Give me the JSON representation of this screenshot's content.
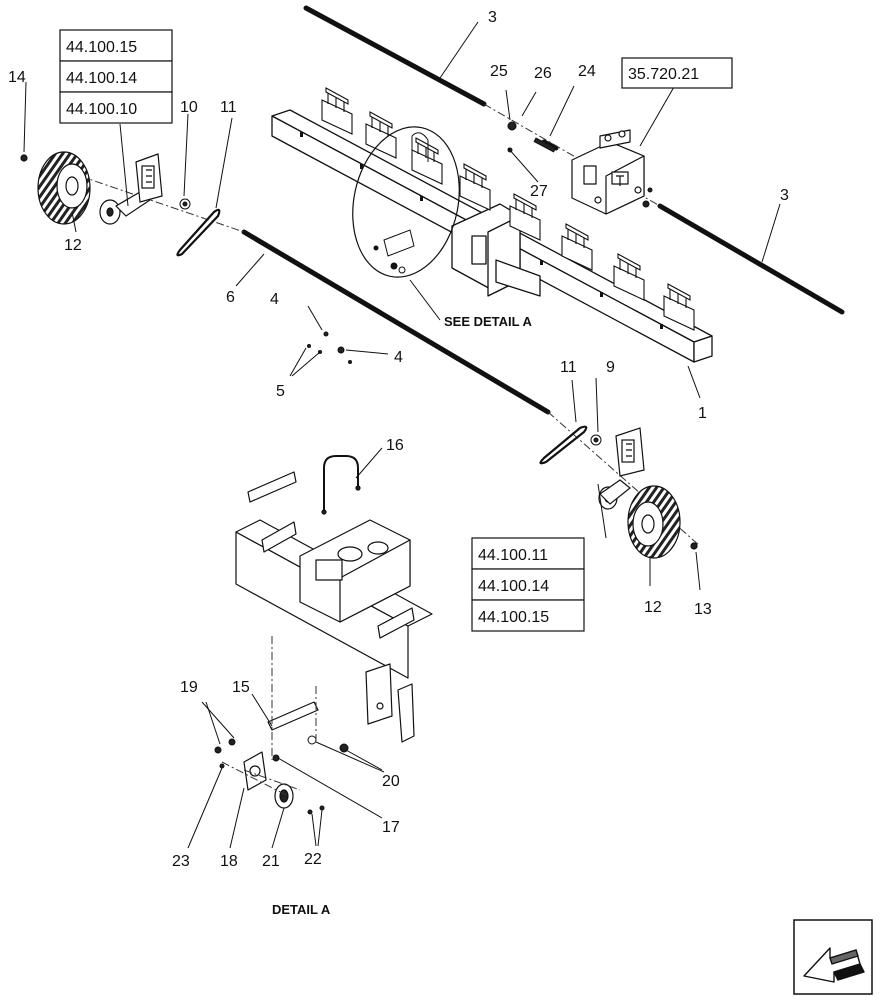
{
  "callouts": [
    "1",
    "3",
    "3",
    "4",
    "4",
    "5",
    "6",
    "9",
    "10",
    "11",
    "11",
    "12",
    "12",
    "13",
    "14",
    "15",
    "16",
    "17",
    "18",
    "19",
    "20",
    "21",
    "22",
    "23",
    "24",
    "25",
    "26",
    "27"
  ],
  "reference_boxes": {
    "upper_left": [
      "44.100.15",
      "44.100.14",
      "44.100.10"
    ],
    "lower_right": [
      "44.100.11",
      "44.100.14",
      "44.100.15"
    ],
    "upper_right": [
      "35.720.21"
    ]
  },
  "labels": {
    "see_detail": "SEE DETAIL A",
    "detail_title": "DETAIL A"
  },
  "nav": {
    "icon": "page-next-arrow-icon"
  }
}
